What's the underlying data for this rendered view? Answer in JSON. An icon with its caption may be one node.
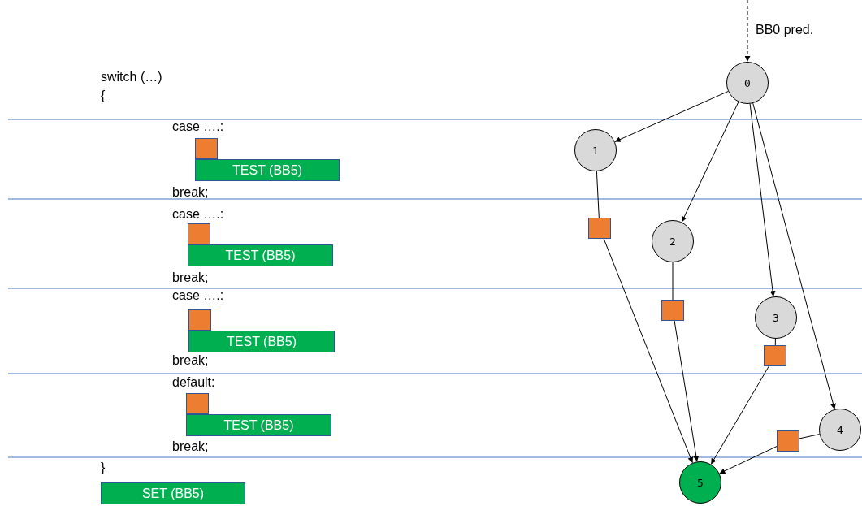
{
  "diagram": {
    "nodes": [
      {
        "text": [],
        "shape": "box"
      },
      {
        "text": [
          "TEST (BB5)"
        ]
      },
      {
        "text": [],
        "shape": "box"
      },
      {
        "text": [
          "TEST (BB5)"
        ]
      },
      {
        "text": [],
        "shape": "box"
      },
      {
        "text": [
          "TEST (BB5)"
        ]
      },
      {
        "text": [],
        "shape": "box"
      },
      {
        "text": [
          "TEST (BB5)"
        ]
      },
      {
        "text": [
          "SET (BB5)"
        ]
      },
      {
        "text": [
          "0"
        ]
      },
      {
        "text": [
          "1"
        ]
      },
      {
        "text": [],
        "shape": "box"
      },
      {
        "text": [
          "2"
        ]
      },
      {
        "text": [],
        "shape": "box"
      },
      {
        "text": [
          "3"
        ]
      },
      {
        "text": [],
        "shape": "box"
      },
      {
        "text": [
          "4"
        ]
      },
      {
        "text": [],
        "shape": "box"
      },
      {
        "text": [
          "5"
        ]
      }
    ],
    "edges": [
      {
        "from": null,
        "to": 9,
        "arrow": "to",
        "style": "dashed",
        "label": "BB0 pred."
      },
      {
        "from": 9,
        "to": 10,
        "arrow": "to"
      },
      {
        "from": 9,
        "to": 12,
        "arrow": "to"
      },
      {
        "from": 9,
        "to": 14,
        "arrow": "to"
      },
      {
        "from": 9,
        "to": 16,
        "arrow": "to"
      },
      {
        "from": 10,
        "to": 11,
        "arrow": "none"
      },
      {
        "from": 11,
        "to": 18,
        "arrow": "to"
      },
      {
        "from": 12,
        "to": 13,
        "arrow": "none"
      },
      {
        "from": 13,
        "to": 18,
        "arrow": "to"
      },
      {
        "from": 14,
        "to": 15,
        "arrow": "none"
      },
      {
        "from": 15,
        "to": 18,
        "arrow": "to"
      },
      {
        "from": 16,
        "to": 17,
        "arrow": "none"
      },
      {
        "from": 17,
        "to": 18,
        "arrow": "to"
      }
    ],
    "labels": [
      "switch (…)",
      "{",
      "case ….:",
      "break;",
      "case ….:",
      "break;",
      "case ….:",
      "break;",
      "default:",
      "break;",
      "}"
    ]
  }
}
